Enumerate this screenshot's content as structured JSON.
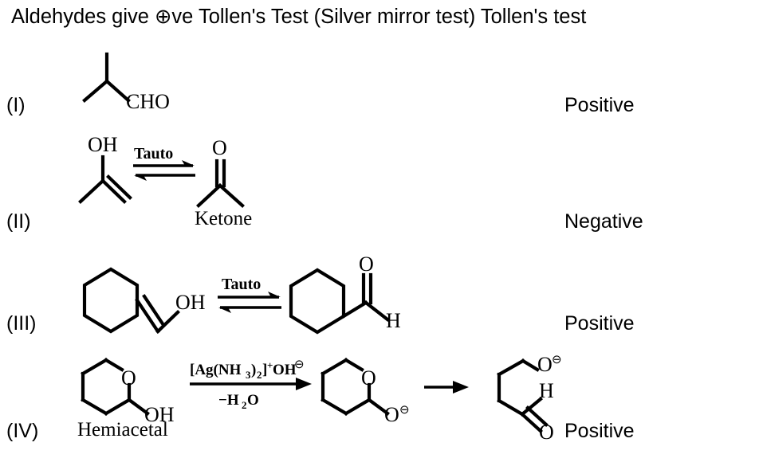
{
  "title": "Aldehydes give ⊕ve Tollen's Test (Silver mirror test) Tollen's test",
  "rows": [
    {
      "numeral": "(I)",
      "result": "Positive",
      "structures": [
        {
          "name": "isobutyraldehyde",
          "atoms": [
            "CHO"
          ]
        }
      ],
      "arrows": []
    },
    {
      "numeral": "(II)",
      "result": "Negative",
      "structures": [
        {
          "name": "propen-2-ol-enol",
          "atoms": [
            "OH"
          ]
        },
        {
          "name": "acetone",
          "atoms": [
            "O"
          ],
          "caption": "Ketone"
        }
      ],
      "arrows": [
        {
          "type": "equilibrium",
          "label": "Tauto"
        }
      ]
    },
    {
      "numeral": "(III)",
      "result": "Positive",
      "structures": [
        {
          "name": "cyclohexylidene-methanol-enol",
          "atoms": [
            "OH"
          ]
        },
        {
          "name": "cyclohexanecarbaldehyde",
          "atoms": [
            "O",
            "H"
          ]
        }
      ],
      "arrows": [
        {
          "type": "equilibrium",
          "label": "Tauto"
        }
      ]
    },
    {
      "numeral": "(IV)",
      "result": "Positive",
      "structures": [
        {
          "name": "cyclic-hemiacetal",
          "atoms": [
            "O",
            "OH"
          ],
          "caption": "Hemiacetal"
        },
        {
          "name": "cyclic-alkoxide",
          "atoms": [
            "O",
            "O⊖"
          ]
        },
        {
          "name": "open-chain-hydroxy-aldehyde",
          "atoms": [
            "O⊖",
            "H",
            "O"
          ]
        }
      ],
      "arrows": [
        {
          "type": "reaction",
          "reagent_prefix": "[Ag(NH",
          "reagent_sub1": "3",
          "reagent_mid": ")",
          "reagent_sub2": "2",
          "reagent_suffix": "]",
          "reagent_sup": "+",
          "reagent_tail": "OH",
          "reagent_charge": "⊖",
          "below_prefix": "−H",
          "below_sub": "2",
          "below_suffix": "O"
        },
        {
          "type": "reaction_plain"
        }
      ]
    }
  ],
  "labels": {
    "tauto": "Tauto",
    "ketone": "Ketone",
    "hemiacetal": "Hemiacetal",
    "oh": "OH",
    "o": "O",
    "h": "H",
    "cho": "CHO",
    "minus_charge": "⊖"
  },
  "colors": {
    "ink": "#000000",
    "background": "#ffffff"
  }
}
